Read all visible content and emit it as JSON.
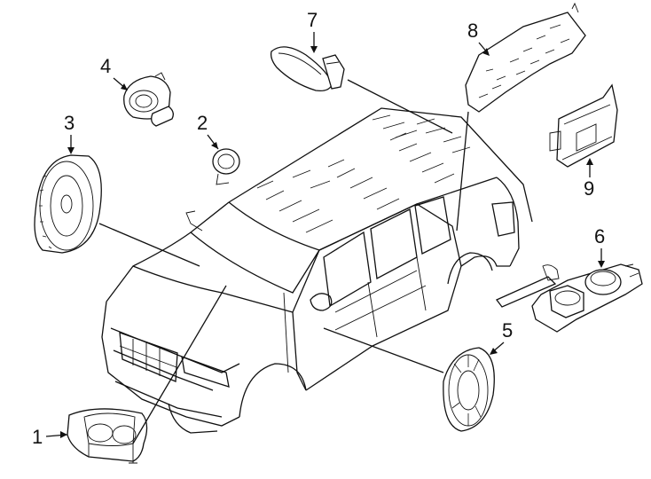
{
  "diagram": {
    "callouts": [
      {
        "id": "1",
        "label": "1"
      },
      {
        "id": "2",
        "label": "2"
      },
      {
        "id": "3",
        "label": "3"
      },
      {
        "id": "4",
        "label": "4"
      },
      {
        "id": "5",
        "label": "5"
      },
      {
        "id": "6",
        "label": "6"
      },
      {
        "id": "7",
        "label": "7"
      },
      {
        "id": "8",
        "label": "8"
      },
      {
        "id": "9",
        "label": "9"
      }
    ],
    "line_color": "#111111",
    "background": "#ffffff"
  }
}
